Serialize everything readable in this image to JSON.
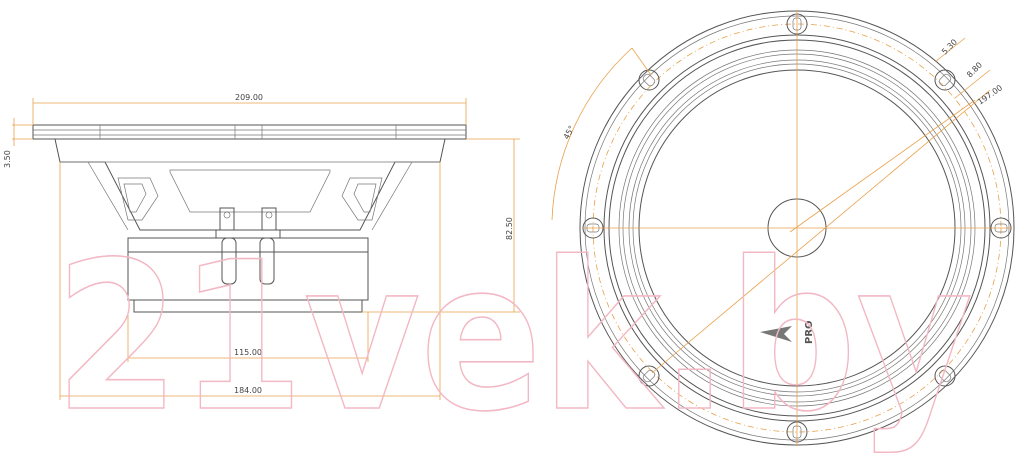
{
  "watermark": "21vek.by",
  "side_view": {
    "dim_top_width": "209.00",
    "dim_flange_thickness": "3.50",
    "dim_depth": "82.50",
    "dim_magnet": "115.00",
    "dim_basket": "184.00"
  },
  "front_view": {
    "dim_angle": "45°",
    "dim_hole_1": "5.30",
    "dim_hole_2": "8.80",
    "dim_bolt_circle": "197.00",
    "logo_text": "PRO"
  },
  "colors": {
    "line": "#555555",
    "dimension": "#e8a04a",
    "watermark": "#f2b8c4"
  }
}
